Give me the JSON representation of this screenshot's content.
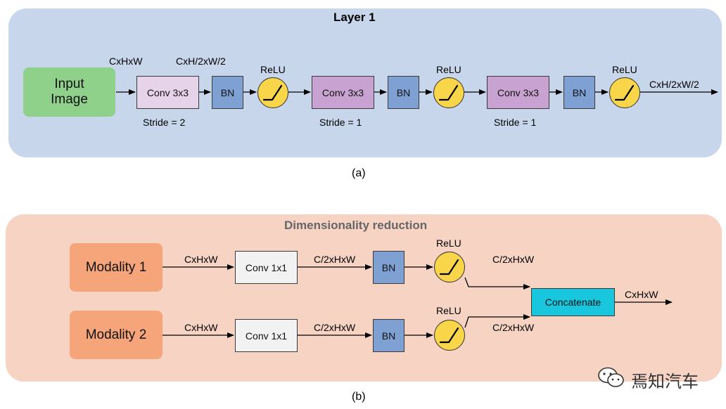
{
  "panel_a": {
    "title": "Layer 1",
    "caption": "(a)",
    "input": "Input Image",
    "dims": {
      "in": "CxHxW",
      "mid": "CxH/2xW/2",
      "out": "CxH/2xW/2"
    },
    "blocks": [
      {
        "conv": "Conv 3x3",
        "stride": "Stride = 2",
        "bn": "BN",
        "relu": "ReLU"
      },
      {
        "conv": "Conv 3x3",
        "stride": "Stride = 1",
        "bn": "BN",
        "relu": "ReLU"
      },
      {
        "conv": "Conv 3x3",
        "stride": "Stride = 1",
        "bn": "BN",
        "relu": "ReLU"
      }
    ]
  },
  "panel_b": {
    "title": "Dimensionality reduction",
    "caption": "(b)",
    "rows": [
      {
        "modality": "Modality 1",
        "dim_in": "CxHxW",
        "conv": "Conv 1x1",
        "dim_mid": "C/2xHxW",
        "bn": "BN",
        "relu": "ReLU",
        "dim_out": "C/2xHxW"
      },
      {
        "modality": "Modality 2",
        "dim_in": "CxHxW",
        "conv": "Conv 1x1",
        "dim_mid": "C/2xHxW",
        "bn": "BN",
        "relu": "ReLU",
        "dim_out": "C/2xHxW"
      }
    ],
    "concat": "Concatenate",
    "dim_final": "CxHxW"
  },
  "watermark": "焉知汽车",
  "colors": {
    "panel_a_bg": "#c7d6ea",
    "panel_b_bg": "#f6d3c3",
    "input_green": "#8fd08a",
    "conv_first": "#e6d3ea",
    "conv_purple": "#c8a2d0",
    "bn_blue": "#7ea0d3",
    "relu_yellow": "#f9d54a",
    "modality_orange": "#f6a57b",
    "concat_cyan": "#18c6de"
  }
}
